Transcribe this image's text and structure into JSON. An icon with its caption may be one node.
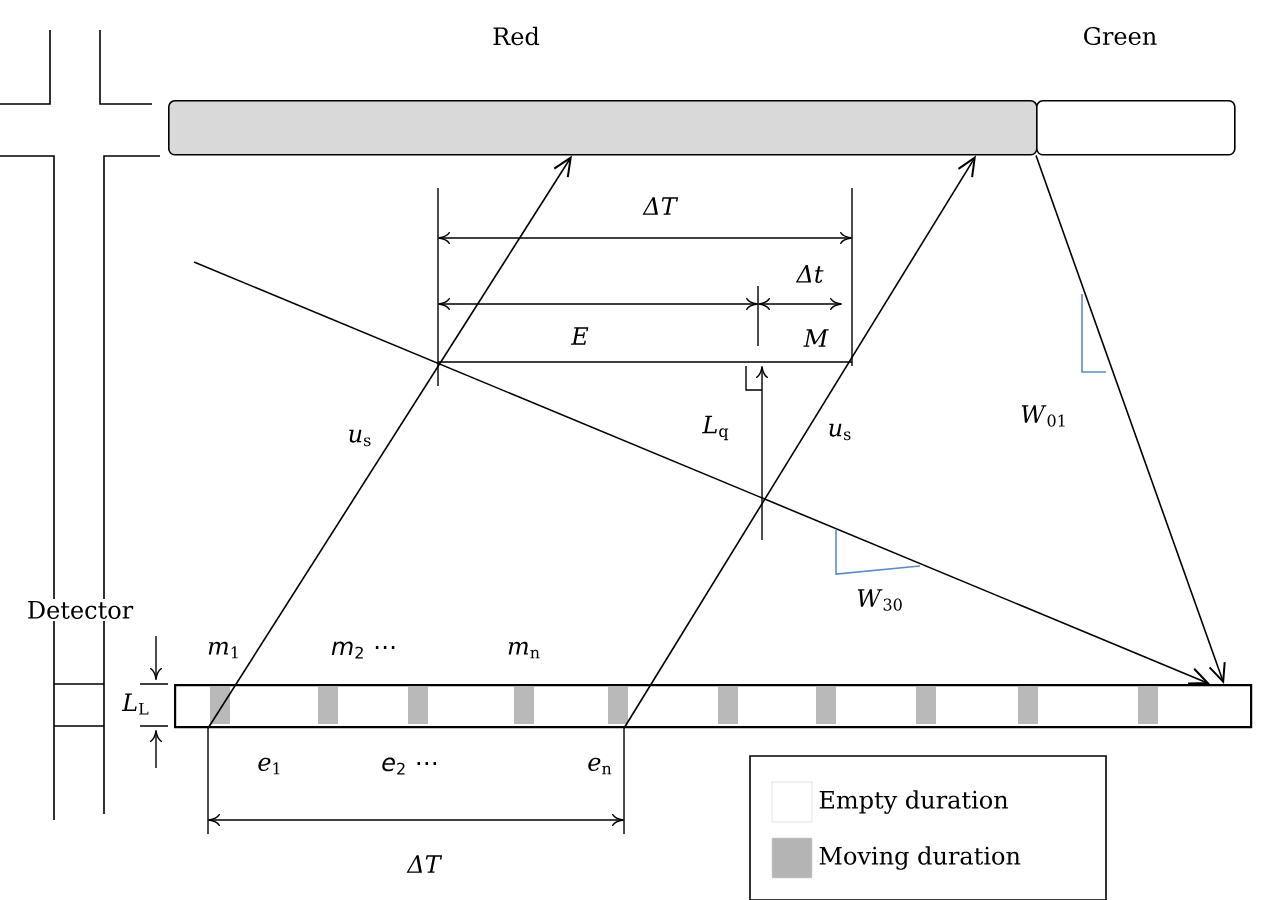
{
  "diagram": {
    "nodes": [
      {
        "text": [
          "Red"
        ]
      },
      {
        "text": [
          "Green"
        ]
      },
      {
        "text": [],
        "shape": "bar"
      }
    ],
    "edges": [
      {
        "from": 2,
        "to": 0,
        "arrow": "to",
        "label": "*u*$_{s}$"
      },
      {
        "from": 2,
        "to": 0,
        "arrow": "to",
        "label": "*u*$_{s}$"
      },
      {
        "from": 1,
        "to": 2,
        "arrow": "to",
        "label": "*W*$_{01}$"
      },
      {
        "from": null,
        "to": 2,
        "arrow": "to",
        "label": "*W*$_{30}$"
      }
    ],
    "labels": [
      "ΔT",
      "Δt",
      "E",
      "M",
      "*L*$_{q}$",
      "Detector",
      "*m*$_{1}$",
      "*m*$_{2}$ ⋯",
      "*m*$_{n}$",
      "*L*$_{L}$",
      "*e*$_{1}$",
      "*e*$_{2}$ ⋯",
      "*e*$_{n}$",
      "ΔT"
    ],
    "legend": [
      {
        "text": "Empty duration",
        "color": "#ffffff"
      },
      {
        "text": "Moving duration",
        "color": "#b4b4b4"
      }
    ]
  }
}
